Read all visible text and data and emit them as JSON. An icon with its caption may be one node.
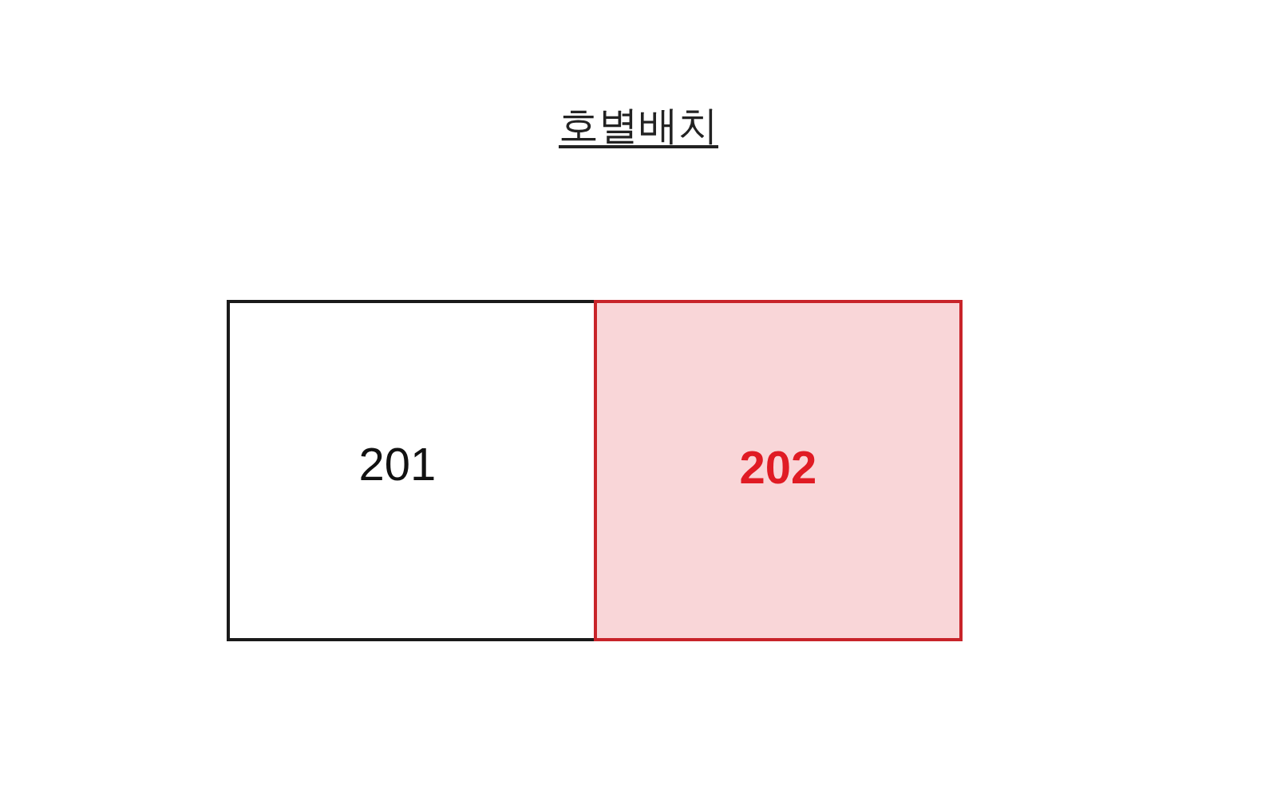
{
  "diagram": {
    "title": "호별배치",
    "nodes": [
      {
        "text": [
          "201"
        ]
      },
      {
        "text": [
          "202"
        ]
      }
    ]
  }
}
